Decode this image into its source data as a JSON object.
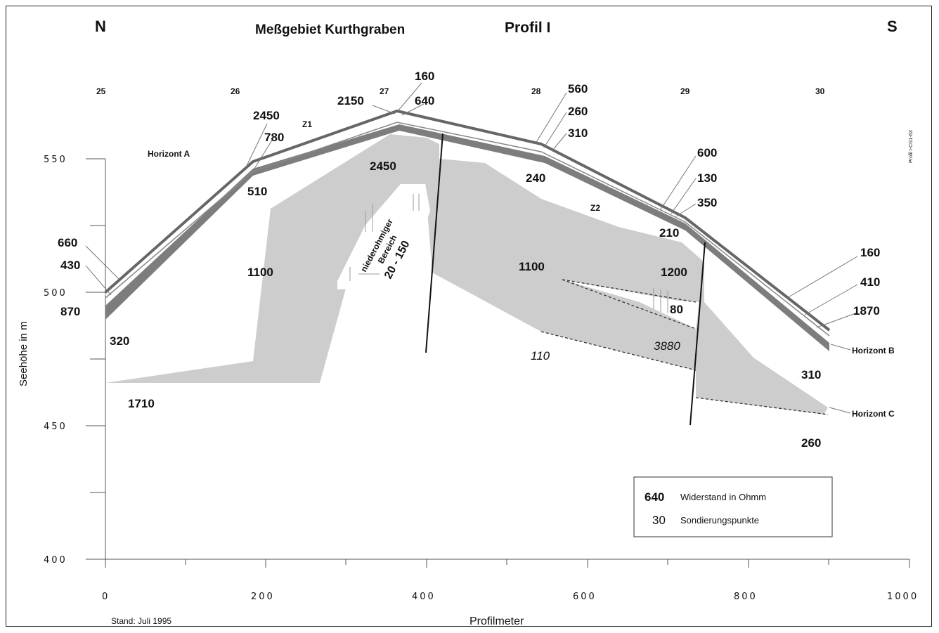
{
  "header": {
    "north": "N",
    "south": "S",
    "title": "Meßgebiet Kurthgraben",
    "profile": "Profil I"
  },
  "axes": {
    "ylabel": "Seehöhe in m",
    "xlabel": "Profilmeter",
    "yticks": [
      "550",
      "500",
      "450",
      "400"
    ],
    "xticks": [
      "0",
      "200",
      "400",
      "600",
      "800",
      "1000"
    ]
  },
  "stations": [
    "25",
    "26",
    "27",
    "28",
    "29",
    "30"
  ],
  "horizons": {
    "a": "Horizont A",
    "b": "Horizont B",
    "c": "Horizont C",
    "z1": "Z1",
    "z2": "Z2"
  },
  "resistivity": {
    "s25_top": "660",
    "s25_mid": "430",
    "s25_bot": "870",
    "s26_top": "2450",
    "s26_mid": "780",
    "s27_top": "160",
    "s27_left": "2150",
    "s27_mid": "640",
    "s28_top": "560",
    "s28_mid": "260",
    "s28_bot": "310",
    "s29_top": "600",
    "s29_mid": "130",
    "s29_bot": "350",
    "s30_top": "160",
    "s30_mid": "410",
    "s30_bot": "1870",
    "r510": "510",
    "r2450": "2450",
    "r240": "240",
    "r210": "210",
    "r1100_left": "1100",
    "r1100_right": "1100",
    "r1200": "1200",
    "r80": "80",
    "r3880": "3880",
    "r110": "110",
    "r320": "320",
    "r1710": "1710",
    "r310": "310",
    "r260": "260"
  },
  "low_zone": {
    "line1": "niederohmiger",
    "line2": "Bereich",
    "range": "20 - 150"
  },
  "legend": {
    "value_sample": "640",
    "value_text": "Widerstand in Ohmm",
    "point_sample": "30",
    "point_text": "Sondierungspunkte"
  },
  "footer": {
    "stand": "Stand: Juli 1995"
  },
  "side_code": "Profil I-CG1-63"
}
